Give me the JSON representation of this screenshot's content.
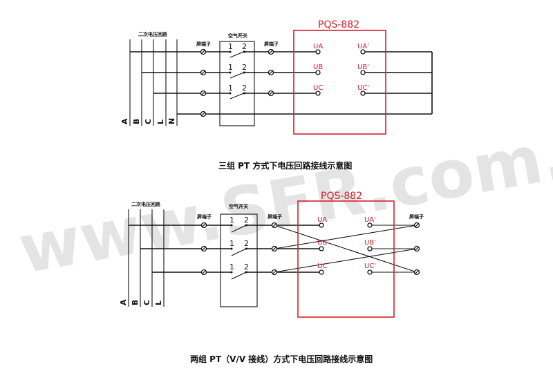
{
  "watermark": "www.SFR.com.cn",
  "accent_color": "#d4202a",
  "diagram1": {
    "bus_title": "二次电压回路",
    "phases": [
      "A",
      "B",
      "C",
      "L",
      "N"
    ],
    "terminal_label": "屏端子",
    "switch_label": "空气开关",
    "contact_1": "1",
    "contact_2": "2",
    "device": "PQS-882",
    "inputs": [
      "UA",
      "UB",
      "UC"
    ],
    "outputs": [
      "UA'",
      "UB'",
      "UC'"
    ],
    "caption": "三组 PT 方式下电压回路接线示意图"
  },
  "diagram2": {
    "bus_title": "二次电压回路",
    "phases": [
      "A",
      "B",
      "C",
      "L"
    ],
    "terminal_label": "屏端子",
    "switch_label": "空气开关",
    "contact_1": "1",
    "contact_2": "2",
    "device": "PQS-882",
    "inputs": [
      "UA",
      "UB",
      "UC"
    ],
    "outputs": [
      "UA'",
      "UB'",
      "UC'"
    ],
    "caption": "两组 PT（V/V 接线）方式下电压回路接线示意图"
  }
}
